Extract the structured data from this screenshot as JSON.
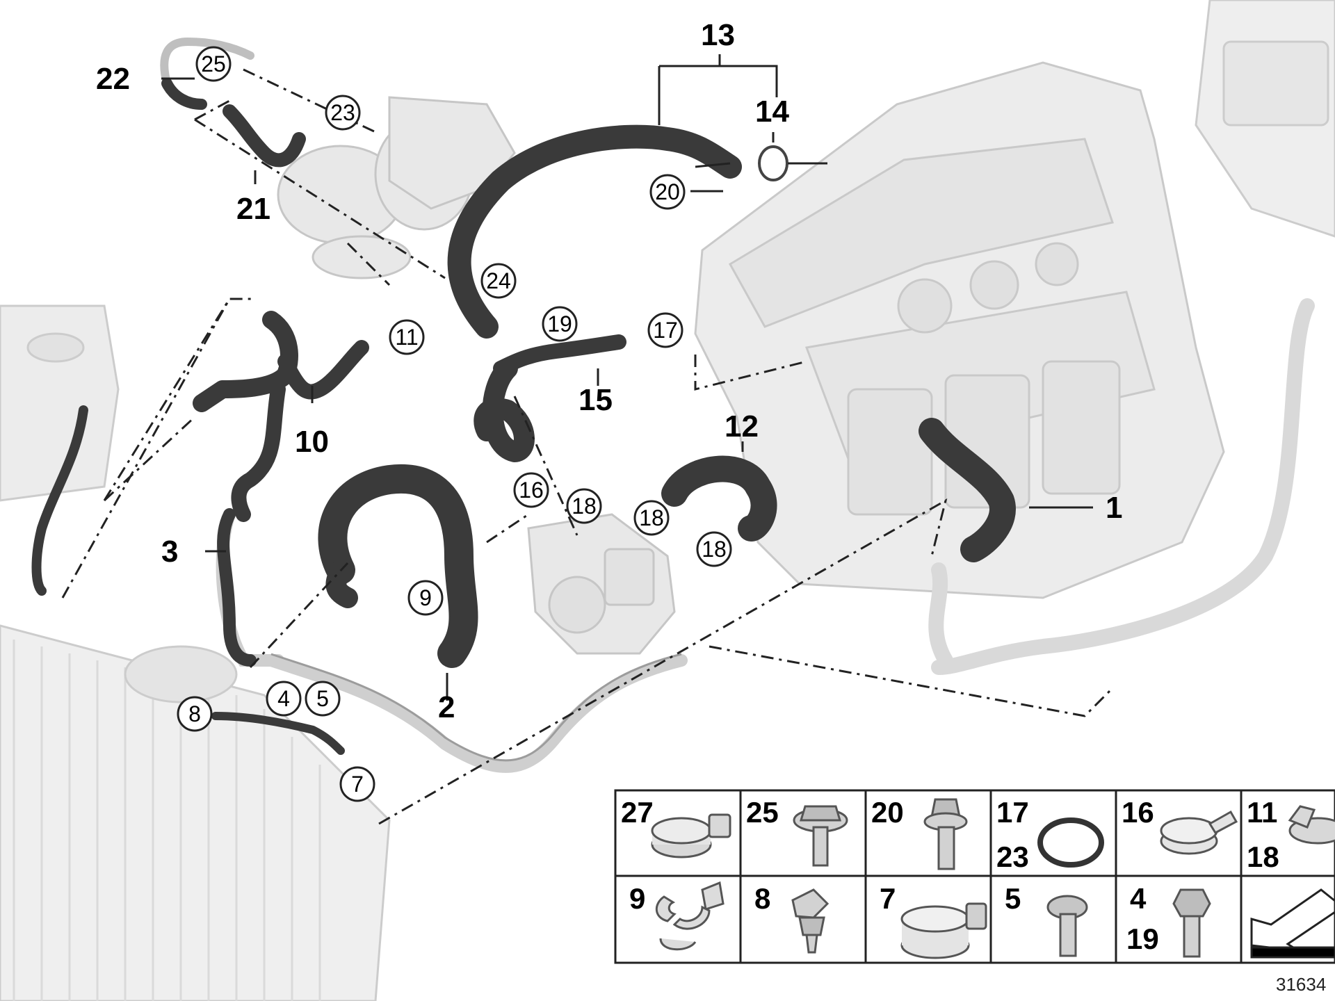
{
  "labels": {
    "l1": "1",
    "l2": "2",
    "l3": "3",
    "l10": "10",
    "l12": "12",
    "l13": "13",
    "l14": "14",
    "l15": "15",
    "l21": "21",
    "l22": "22"
  },
  "callouts": {
    "c4": "4",
    "c5": "5",
    "c7": "7",
    "c8": "8",
    "c9": "9",
    "c11": "11",
    "c16": "16",
    "c17": "17",
    "c18a": "18",
    "c18b": "18",
    "c18c": "18",
    "c19": "19",
    "c20": "20",
    "c23": "23",
    "c24": "24",
    "c25": "25"
  },
  "parts_table": {
    "row1": [
      {
        "nums": [
          "27"
        ],
        "part": "hose-clamp-icon"
      },
      {
        "nums": [
          "25"
        ],
        "part": "flange-bolt-icon"
      },
      {
        "nums": [
          "20"
        ],
        "part": "collar-screw-icon"
      },
      {
        "nums": [
          "17",
          "23"
        ],
        "part": "o-ring-icon"
      },
      {
        "nums": [
          "16"
        ],
        "part": "spring-clamp-icon"
      },
      {
        "nums": [
          "11",
          "18"
        ],
        "part": "clamp-icon"
      }
    ],
    "row2": [
      {
        "nums": [
          "9"
        ],
        "part": "hose-clip-icon"
      },
      {
        "nums": [
          "8"
        ],
        "part": "expanding-rivet-icon"
      },
      {
        "nums": [
          "7"
        ],
        "part": "band-clamp-icon"
      },
      {
        "nums": [
          "5"
        ],
        "part": "pan-screw-icon"
      },
      {
        "nums": [
          "4",
          "19"
        ],
        "part": "hex-bolt-icon"
      },
      {
        "nums": [],
        "part": "direction-arrow-icon"
      }
    ]
  },
  "reference_number": "31634"
}
